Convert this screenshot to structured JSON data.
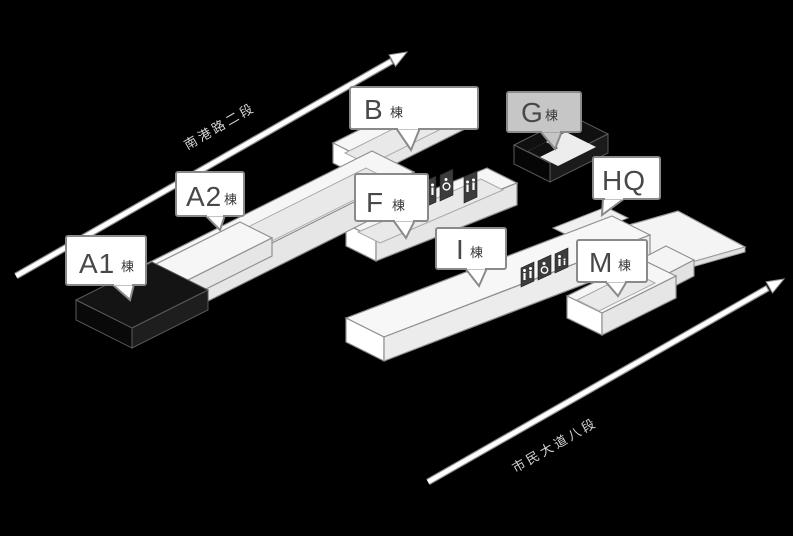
{
  "scene": {
    "background": "#000000",
    "type": "isometric-campus-map"
  },
  "colors": {
    "highlight_building": "#121212",
    "building_top": "#f6f6f6",
    "building_wall_light": "#ffffff",
    "building_wall_shade": "#e6e6e6",
    "building_floor": "#e9e9e9",
    "outline": "#8f8f8f",
    "bubble_bg": "#ffffff",
    "bubble_bg_selected": "#c6c6c6",
    "bubble_border": "#8a8a8a",
    "road_fill": "#ffffff",
    "road_label": "#d6d6d6",
    "sign_bg": "#3c3c3c"
  },
  "roads": {
    "north": {
      "label": "南港路二段"
    },
    "south": {
      "label": "市民大道八段"
    }
  },
  "buildings": {
    "a1": {
      "label": "A1",
      "suffix": "棟",
      "highlighted": true
    },
    "a2": {
      "label": "A2",
      "suffix": "棟",
      "highlighted": false
    },
    "b": {
      "label": "B",
      "suffix": "棟",
      "highlighted": false
    },
    "f": {
      "label": "F",
      "suffix": "棟",
      "highlighted": false
    },
    "g": {
      "label": "G",
      "suffix": "棟",
      "highlighted": true
    },
    "hq": {
      "label": "HQ",
      "suffix": "",
      "highlighted": false
    },
    "i": {
      "label": "I",
      "suffix": "棟",
      "highlighted": false
    },
    "m": {
      "label": "M",
      "suffix": "棟",
      "highlighted": false
    }
  },
  "signs": {
    "f_building": [
      "restroom-icon",
      "accessible-icon",
      "restroom-icon"
    ],
    "i_building": [
      "restroom-icon",
      "accessible-icon",
      "baby-care-icon"
    ]
  }
}
